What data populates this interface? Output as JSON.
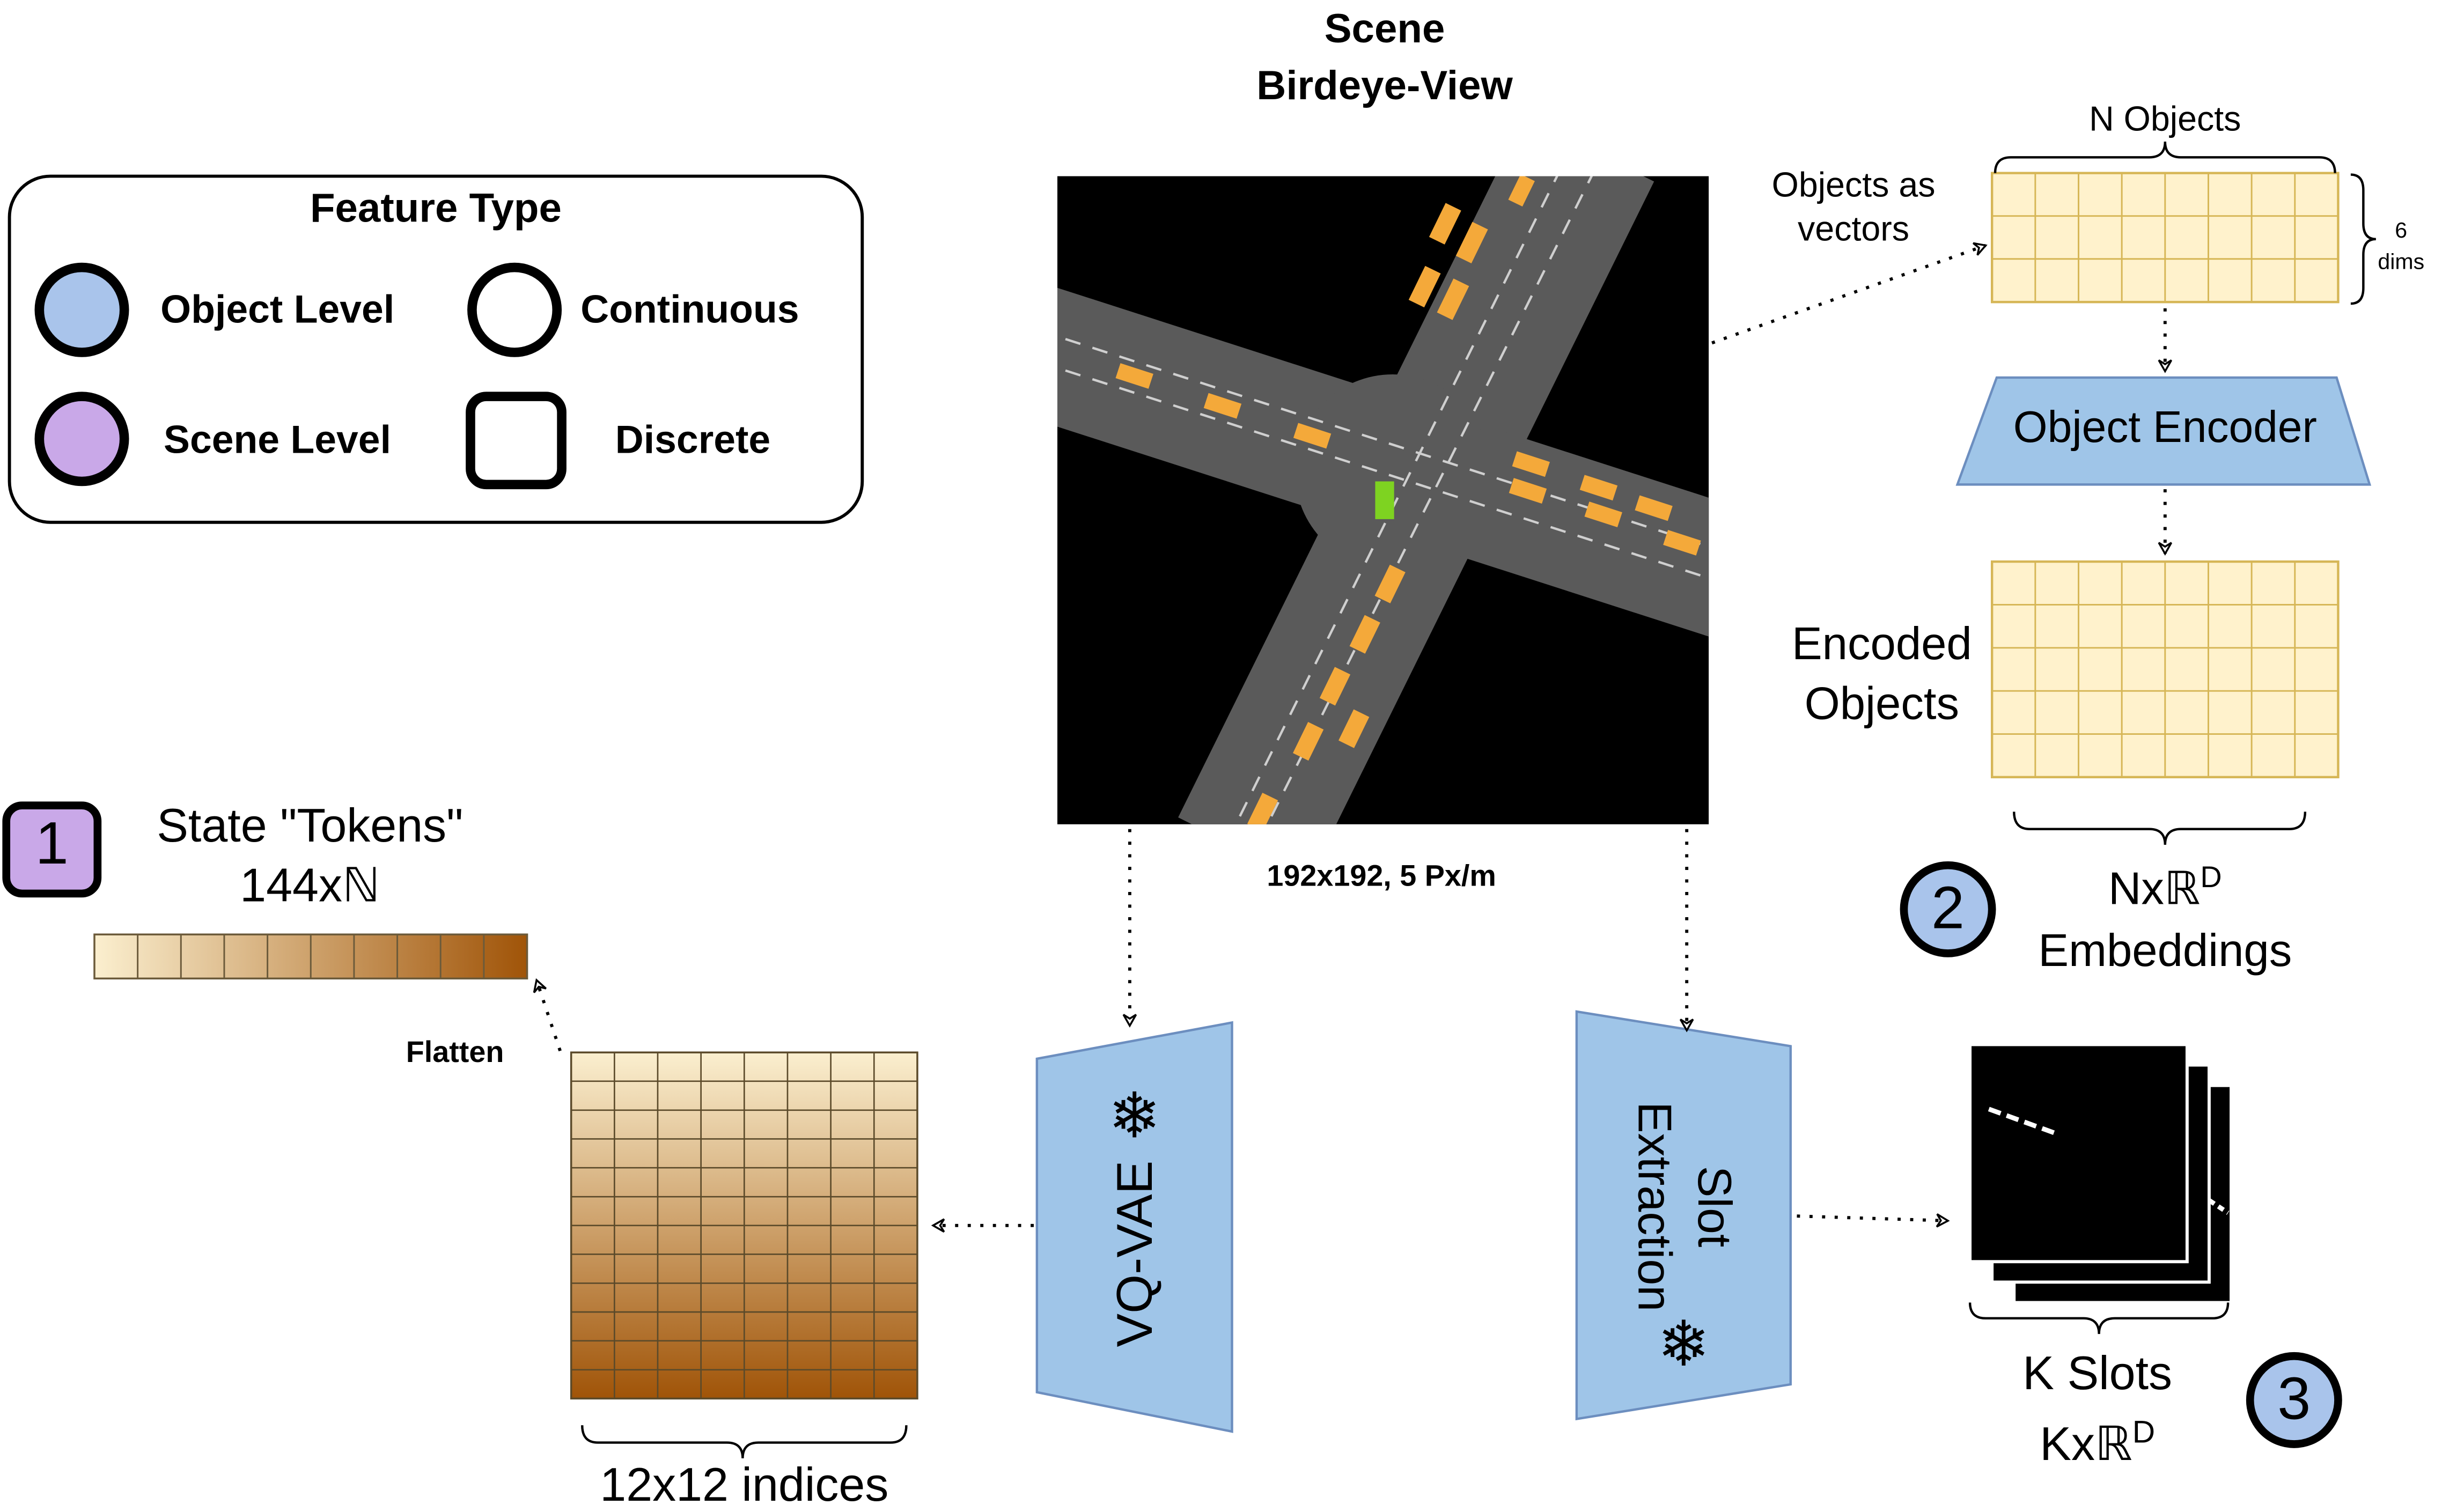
{
  "scene": {
    "title_line1": "Scene",
    "title_line2": "Birdeye-View",
    "caption": "192x192, 5 Px/m"
  },
  "legend": {
    "title": "Feature Type",
    "object_level": "Object Level",
    "scene_level": "Scene Level",
    "continuous": "Continuous",
    "discrete": "Discrete",
    "colors": {
      "object_level": "#a9c4eb",
      "scene_level": "#c9a8e8"
    }
  },
  "branch1": {
    "badge": "1",
    "tokens_line1": "State \"Tokens\"",
    "tokens_line2": "144xℕ",
    "flatten_label": "Flatten",
    "grid_label": "12x12 indices",
    "encoder_label": "VQ-VAE",
    "colors": {
      "light": "#fbefcf",
      "dark": "#a05408"
    }
  },
  "branch2": {
    "badge": "2",
    "n_objects": "N Objects",
    "objects_as_vectors": "Objects as\nvectors",
    "dims_label": "6\ndims",
    "encoder_label": "Object Encoder",
    "encoded_label": "Encoded\nObjects",
    "embeddings_line1": "Nxℝ",
    "embeddings_sup": "D",
    "embeddings_line2": "Embeddings",
    "colors": {
      "cell_fill": "#fff2cc",
      "cell_stroke": "#d6b656",
      "encoder_fill": "#9fc5e8"
    }
  },
  "branch3": {
    "badge": "3",
    "encoder_label": "Slot\nExtraction",
    "slots_line1": "K Slots",
    "slots_line2": "Kxℝ",
    "slots_sup": "D"
  },
  "icons": [
    "snowflake-icon"
  ]
}
